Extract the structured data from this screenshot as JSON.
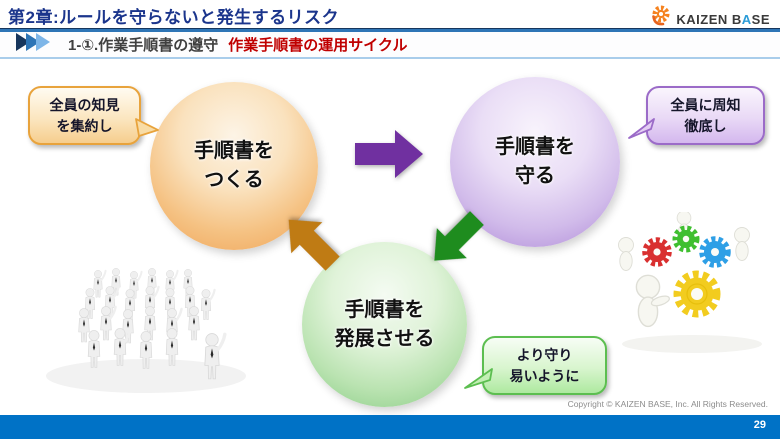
{
  "header": {
    "title": "第2章:ルールを守らないと発生するリスク",
    "logo": {
      "full": "KAIZEN BASE",
      "part1": "KAIZEN B",
      "part2": "A",
      "part3": "SE"
    }
  },
  "subheader": {
    "section": "1-①.作業手順書の遵守",
    "topic": "作業手順書の運用サイクル"
  },
  "cycle": {
    "create": {
      "circle_line1": "手順書を",
      "circle_line2": "つくる",
      "note_line1": "全員の知見",
      "note_line2": "を集約し"
    },
    "keep": {
      "circle_line1": "手順書を",
      "circle_line2": "守る",
      "note_line1": "全員に周知",
      "note_line2": "徹底し"
    },
    "develop": {
      "circle_line1": "手順書を",
      "circle_line2": "発展させる",
      "note_line1": "より守り",
      "note_line2": "易いように"
    }
  },
  "footer": {
    "copyright": "Copyright ©  KAIZEN BASE, Inc.  All Rights Reserved.",
    "page": "29"
  },
  "colors": {
    "title_navy": "#1B358C",
    "topic_red": "#C00000",
    "footer_blue": "#0072C6",
    "create_orange": "#EFA254",
    "keep_purple": "#AC86D6",
    "develop_green": "#86CB82",
    "arrow_purple": "#7030A0",
    "arrow_green": "#1E8C1E",
    "arrow_orange": "#BF7B14"
  }
}
